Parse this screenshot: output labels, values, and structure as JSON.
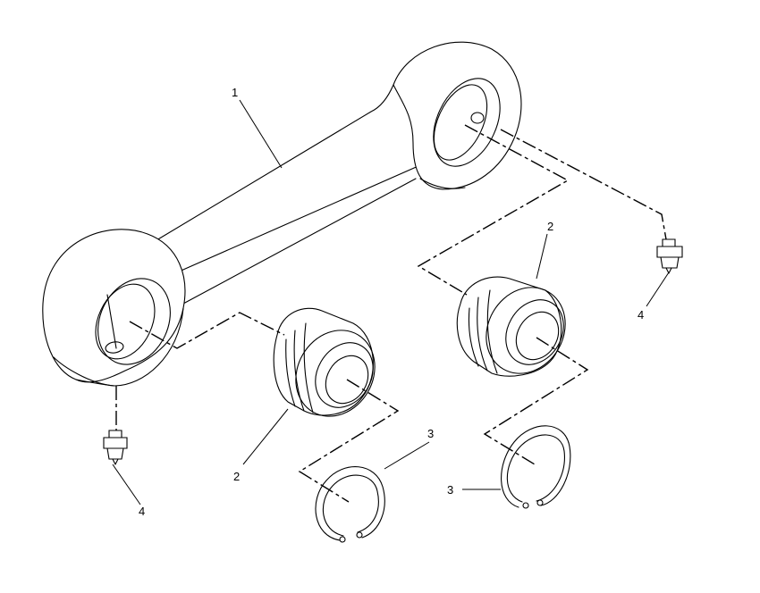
{
  "callouts": {
    "link": "1",
    "bearing_right": "2",
    "bearing_left": "2",
    "ring_left": "3",
    "ring_right": "3",
    "fitting_right": "4",
    "fitting_left": "4"
  },
  "colors": {
    "line": "#000000",
    "background": "#ffffff"
  }
}
